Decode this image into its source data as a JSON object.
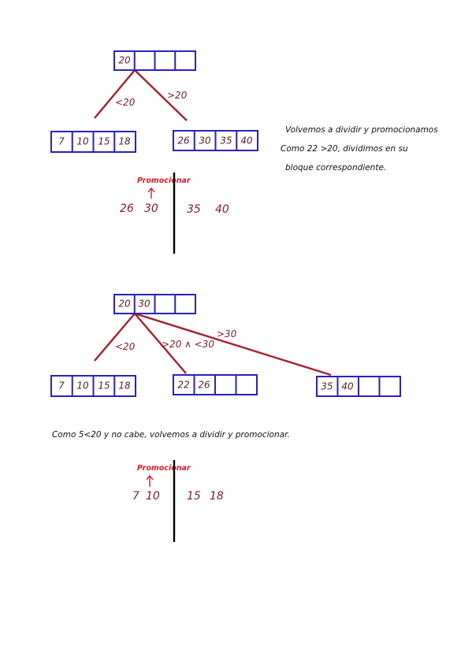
{
  "colors": {
    "node_border": "#2b22b8",
    "edge": "#a4202e",
    "value_text": "#7a1f2c",
    "promote": "#d91c24",
    "note_text": "#111111",
    "divider": "#000000"
  },
  "step1": {
    "root_keys": [
      "20",
      "",
      "",
      ""
    ],
    "edge_left_label": "<20",
    "edge_right_label": ">20",
    "left_leaf_keys": [
      "7",
      "10",
      "15",
      "18"
    ],
    "right_leaf_keys": [
      "26",
      "30",
      "35",
      "40"
    ],
    "note_lines": [
      "Volvemos a dividir y promocionamos",
      "Como 22 >20, dividimos en su",
      "bloque correspondiente."
    ],
    "split": {
      "promote_label": "Promocionar",
      "left_values": [
        "26",
        "30"
      ],
      "right_values": [
        "35",
        "40"
      ]
    }
  },
  "step2": {
    "root_keys": [
      "20",
      "30",
      "",
      ""
    ],
    "edge_1_label": "<20",
    "edge_2_label": ">20 ∧ <30",
    "edge_3_label": ">30",
    "leaf_1_keys": [
      "7",
      "10",
      "15",
      "18"
    ],
    "leaf_2_keys": [
      "22",
      "26",
      "",
      ""
    ],
    "leaf_3_keys": [
      "35",
      "40",
      "",
      ""
    ],
    "note_line": "Como 5<20 y no cabe, volvemos a dividir y promocionar.",
    "split": {
      "promote_label": "Promocionar",
      "left_values": [
        "7",
        "10"
      ],
      "right_values": [
        "15",
        "18"
      ]
    }
  }
}
